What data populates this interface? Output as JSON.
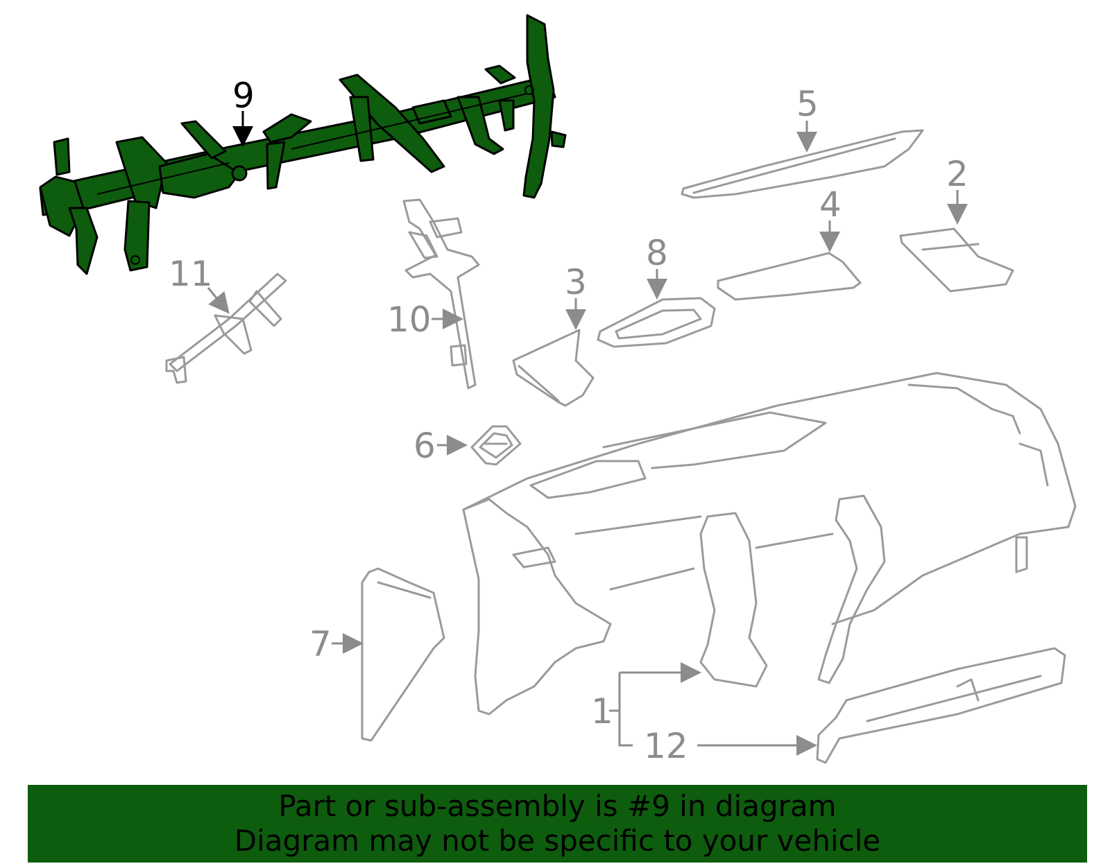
{
  "diagram": {
    "highlighted_part": "9",
    "highlight_color": "#0e5c0e",
    "outline_color": "#9a9a9a",
    "callouts": {
      "c1": "1",
      "c2": "2",
      "c3": "3",
      "c4": "4",
      "c5": "5",
      "c6": "6",
      "c7": "7",
      "c8": "8",
      "c9": "9",
      "c10": "10",
      "c11": "11",
      "c12": "12"
    }
  },
  "banner": {
    "line1": "Part or sub-assembly is #9 in diagram",
    "line2": "Diagram may not be specific to your vehicle",
    "background": "#0e5c0e"
  }
}
